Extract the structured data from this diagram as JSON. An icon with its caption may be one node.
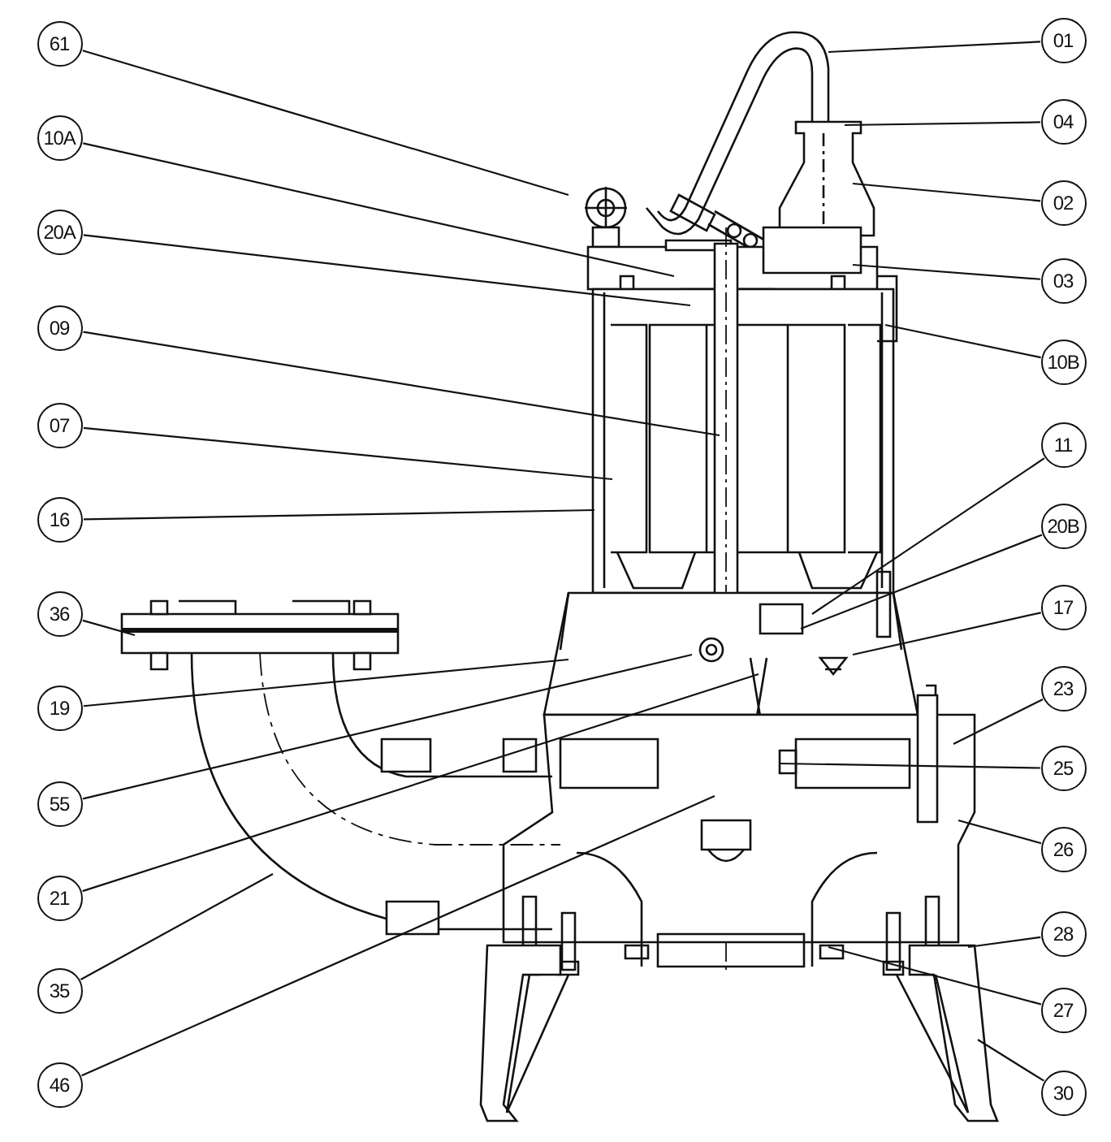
{
  "diagram": {
    "nodes": [
      {
        "text": [
          "61"
        ]
      },
      {
        "text": [
          "10A"
        ]
      },
      {
        "text": [
          "20A"
        ]
      },
      {
        "text": [
          "09"
        ]
      },
      {
        "text": [
          "07"
        ]
      },
      {
        "text": [
          "16"
        ]
      },
      {
        "text": [
          "36"
        ]
      },
      {
        "text": [
          "19"
        ]
      },
      {
        "text": [
          "55"
        ]
      },
      {
        "text": [
          "21"
        ]
      },
      {
        "text": [
          "35"
        ]
      },
      {
        "text": [
          "46"
        ]
      },
      {
        "text": [
          "01"
        ]
      },
      {
        "text": [
          "04"
        ]
      },
      {
        "text": [
          "02"
        ]
      },
      {
        "text": [
          "03"
        ]
      },
      {
        "text": [
          "10B"
        ]
      },
      {
        "text": [
          "11"
        ]
      },
      {
        "text": [
          "20B"
        ]
      },
      {
        "text": [
          "17"
        ]
      },
      {
        "text": [
          "23"
        ]
      },
      {
        "text": [
          "25"
        ]
      },
      {
        "text": [
          "26"
        ]
      },
      {
        "text": [
          "28"
        ]
      },
      {
        "text": [
          "27"
        ]
      },
      {
        "text": [
          "30"
        ]
      }
    ],
    "edges": [
      {
        "from": 0,
        "to": null,
        "arrow": "none"
      },
      {
        "from": 1,
        "to": null,
        "arrow": "none"
      },
      {
        "from": 2,
        "to": null,
        "arrow": "none"
      },
      {
        "from": 3,
        "to": null,
        "arrow": "none"
      },
      {
        "from": 4,
        "to": null,
        "arrow": "none"
      },
      {
        "from": 5,
        "to": null,
        "arrow": "none"
      },
      {
        "from": 6,
        "to": null,
        "arrow": "none"
      },
      {
        "from": 7,
        "to": null,
        "arrow": "none"
      },
      {
        "from": 8,
        "to": null,
        "arrow": "none"
      },
      {
        "from": 9,
        "to": null,
        "arrow": "none"
      },
      {
        "from": 10,
        "to": null,
        "arrow": "none"
      },
      {
        "from": 11,
        "to": null,
        "arrow": "none"
      },
      {
        "from": 12,
        "to": null,
        "arrow": "none"
      },
      {
        "from": 13,
        "to": null,
        "arrow": "none"
      },
      {
        "from": 14,
        "to": null,
        "arrow": "none"
      },
      {
        "from": 15,
        "to": null,
        "arrow": "none"
      },
      {
        "from": 16,
        "to": null,
        "arrow": "none"
      },
      {
        "from": 17,
        "to": null,
        "arrow": "none"
      },
      {
        "from": 18,
        "to": null,
        "arrow": "none"
      },
      {
        "from": 19,
        "to": null,
        "arrow": "none"
      },
      {
        "from": 20,
        "to": null,
        "arrow": "none"
      },
      {
        "from": 21,
        "to": null,
        "arrow": "none"
      },
      {
        "from": 22,
        "to": null,
        "arrow": "none"
      },
      {
        "from": 23,
        "to": null,
        "arrow": "none"
      },
      {
        "from": 24,
        "to": null,
        "arrow": "none"
      },
      {
        "from": 25,
        "to": null,
        "arrow": "none"
      }
    ]
  }
}
